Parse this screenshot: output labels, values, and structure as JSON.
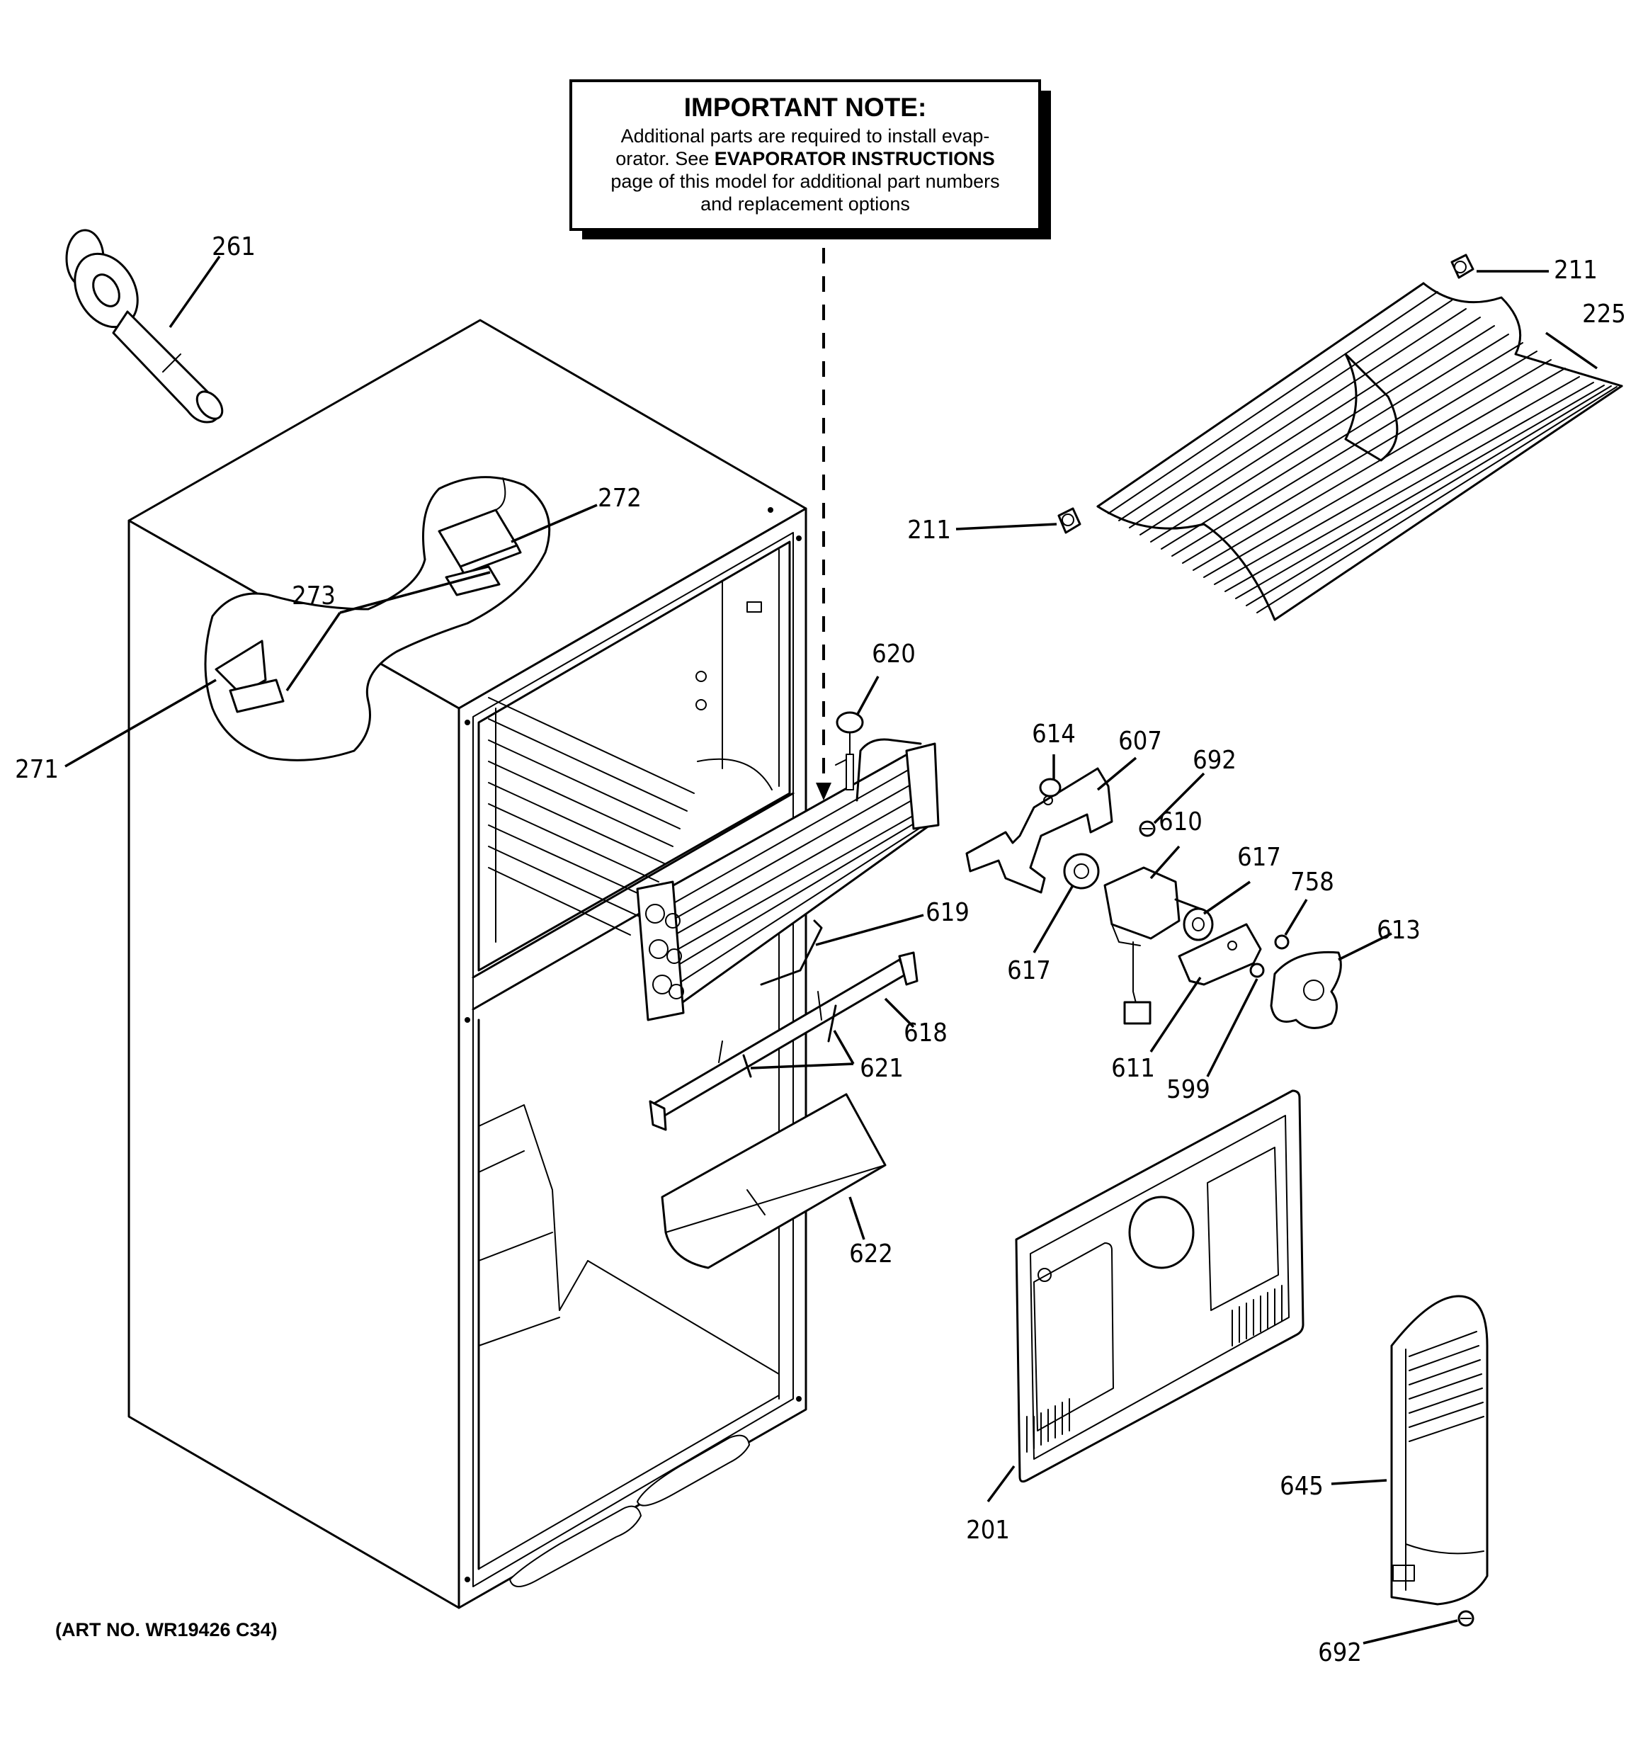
{
  "note": {
    "title": "IMPORTANT NOTE:",
    "line1": "Additional parts are required to install evap-",
    "line2_prefix": "orator.  See ",
    "line2_bold": "EVAPORATOR INSTRUCTIONS",
    "line3": "page of this model for additional part numbers",
    "line4": "and replacement options"
  },
  "art_number": "(ART NO. WR19426 C34)",
  "callouts": {
    "p261": "261",
    "p272": "272",
    "p273": "273",
    "p271": "271",
    "p211_top": "211",
    "p225": "225",
    "p211_left": "211",
    "p620": "620",
    "p614": "614",
    "p607": "607",
    "p692_top": "692",
    "p610": "610",
    "p617_right": "617",
    "p758": "758",
    "p613": "613",
    "p619": "619",
    "p617_left": "617",
    "p618": "618",
    "p621": "621",
    "p611": "611",
    "p599": "599",
    "p622": "622",
    "p201": "201",
    "p645": "645",
    "p692_bottom": "692"
  }
}
